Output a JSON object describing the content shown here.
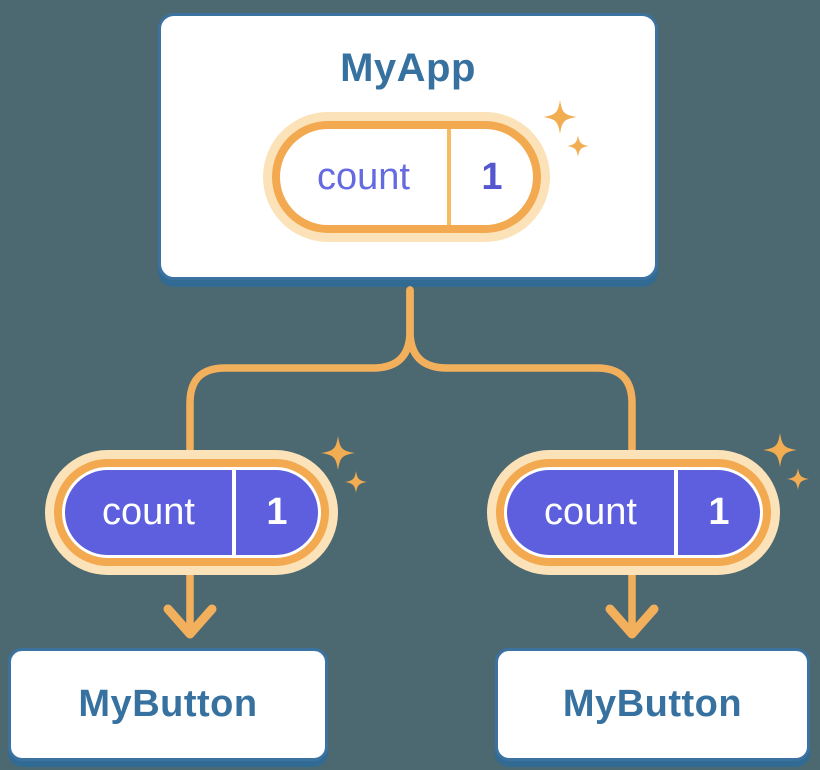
{
  "diagram": {
    "description": "React state tree: parent component holding state shared with two children",
    "background_color": "#4c6870",
    "root": {
      "title": "MyApp",
      "state": {
        "name": "count",
        "value": "1"
      }
    },
    "children": [
      {
        "title": "MyButton",
        "state": {
          "name": "count",
          "value": "1"
        }
      },
      {
        "title": "MyButton",
        "state": {
          "name": "count",
          "value": "1"
        }
      }
    ],
    "colors": {
      "card_background": "#ffffff",
      "card_border": "#3c72a0",
      "card_shadow": "#316b93",
      "heading_text": "#36719f",
      "connector_orange": "#f3b05c",
      "pill_ring_orange": "#f2a94f",
      "pill_halo": "#fbe2b8",
      "pill_fill_purple": "#5d5fde",
      "state_name_text": "#666ae0",
      "state_value_text": "#5457d0",
      "sparkle": "#f2ad52"
    }
  }
}
